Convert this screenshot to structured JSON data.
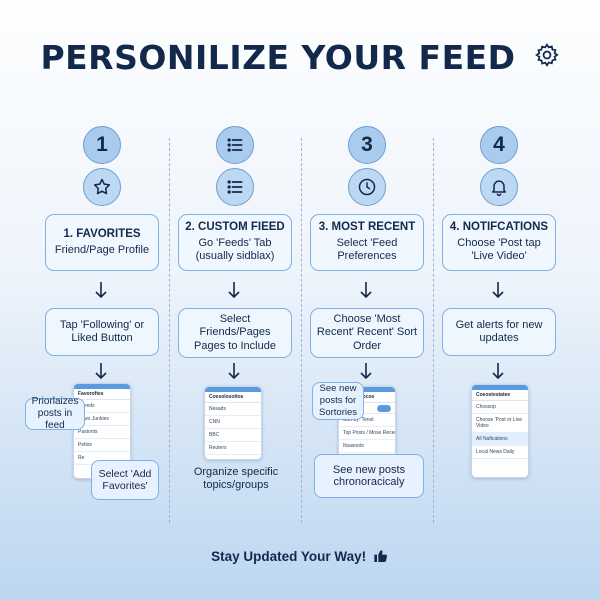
{
  "title": "PERSONILIZE YOUR FEED",
  "steps": [
    {
      "number": "1",
      "icon": "star-icon",
      "heading": "1. FAVORITES",
      "sub": "Friend/Page Profile",
      "action": "Tap 'Following' or Liked Button",
      "phone": {
        "title": "Favoroftes",
        "rows": [
          "Friends",
          "News Junkies",
          "Pastonts",
          "Petlos",
          "Re"
        ]
      },
      "callout_top": "Priorlaizes posts in feed",
      "callout_bottom": "Select 'Add Favorites'"
    },
    {
      "number": "",
      "icon": "list-icon",
      "heading": "2. CUSTOM FIEED",
      "sub": "Go 'Feeds' Tab (usually sidblax)",
      "action": "Select Friends/Pages Pages to Include",
      "phone": {
        "title": "Coesolosoltos",
        "rows": [
          "Nesads",
          "CNN",
          "BBC",
          "Reuters"
        ]
      },
      "caption": "Organize specific topics/groups"
    },
    {
      "number": "3",
      "icon": "clock-icon",
      "heading": "3. MOST RECENT",
      "sub": "Select 'Feed Preferences",
      "action": "Choose 'Most Recent' Recent' Sort Order",
      "phone": {
        "title": "Vinil Bisocos",
        "rows": [
          "Sort by: Tenel",
          "Top Posts / Mose Recent",
          "Nsasnots"
        ]
      },
      "callout_top": "See new posts for Sortories",
      "callout_bottom": "See new posts chronoracicaly"
    },
    {
      "number": "4",
      "icon": "bell-icon",
      "heading": "4. NOTIFCATIONS",
      "sub": "Choose 'Post tap 'Live Video'",
      "action": "Get alerts for new updates",
      "phone": {
        "title": "Coeostestatee",
        "rows": [
          "Chossop",
          "Choose 'Post or Live Video",
          "All Nafications",
          "Local News Daily"
        ]
      }
    }
  ],
  "footer": "Stay Updated Your Way!",
  "colors": {
    "accent": "#7fb1e6",
    "title": "#13294b",
    "toggle": "#5a9be0"
  }
}
